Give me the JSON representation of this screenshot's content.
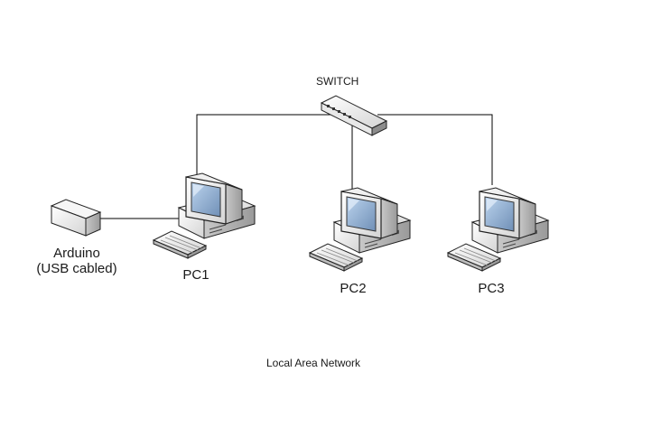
{
  "diagram": {
    "switch_label": "SWITCH",
    "network_label": "Local Area Network",
    "arduino": {
      "name": "Arduino",
      "note": "(USB cabled)"
    },
    "computers": [
      {
        "label": "PC1"
      },
      {
        "label": "PC2"
      },
      {
        "label": "PC3"
      }
    ]
  },
  "icons": {
    "switch": "network-switch-icon",
    "computer": "desktop-computer-icon",
    "keyboard": "keyboard-icon",
    "arduino": "arduino-board-icon"
  }
}
